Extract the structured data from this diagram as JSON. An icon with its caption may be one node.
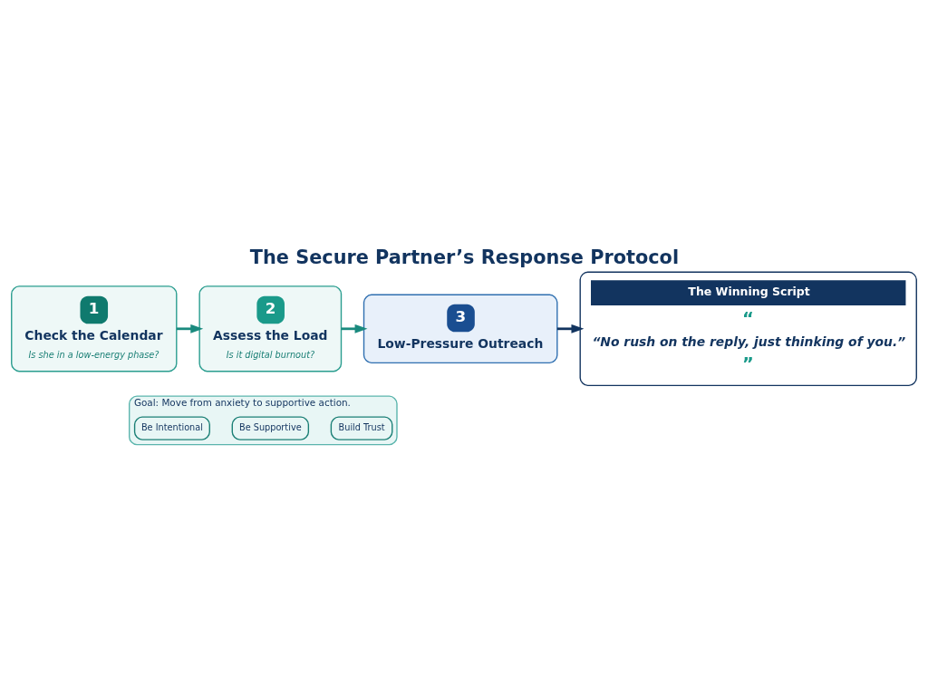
{
  "diagram": {
    "title": "The Secure Partner’s Response Protocol",
    "nodes": [
      {
        "text": [
          "1",
          "Check the Calendar",
          "Is she in a low-energy phase?"
        ]
      },
      {
        "text": [
          "2",
          "Assess the Load",
          "Is it digital burnout?"
        ]
      },
      {
        "text": [
          "3",
          "Low-Pressure Outreach"
        ]
      },
      {
        "text": [
          "The Winning Script",
          "“",
          "“No rush on the reply, just thinking of you.”",
          "”"
        ]
      },
      {
        "text": [
          "Goal: Move from anxiety to supportive action."
        ]
      },
      {
        "text": [
          "Be Intentional"
        ],
        "in": 4
      },
      {
        "text": [
          "Be Supportive"
        ],
        "in": 4
      },
      {
        "text": [
          "Build Trust"
        ],
        "in": 4
      }
    ],
    "edges": [
      {
        "from": 0,
        "to": 1,
        "arrow": "to"
      },
      {
        "from": 1,
        "to": 2,
        "arrow": "to"
      },
      {
        "from": 2,
        "to": 3,
        "arrow": "to",
        "color": "#12345f"
      }
    ]
  }
}
